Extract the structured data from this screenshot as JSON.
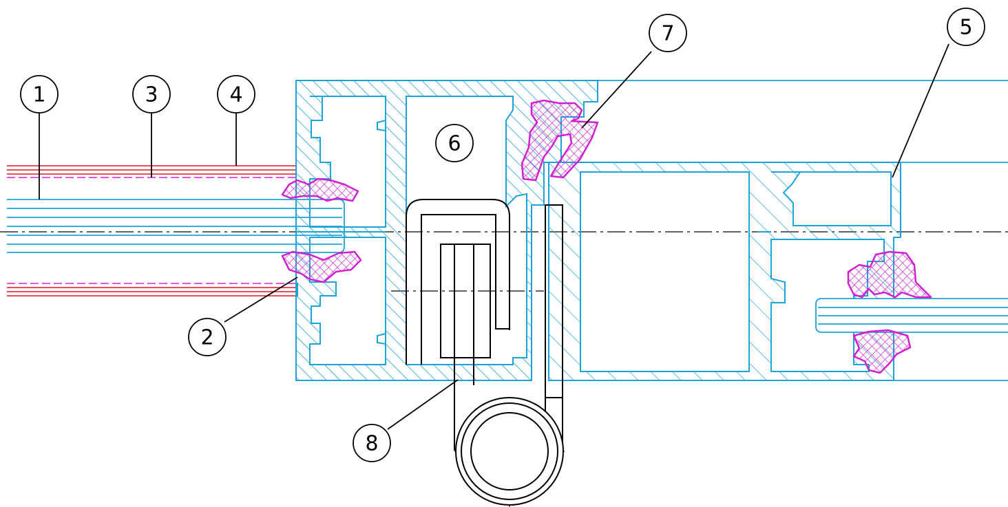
{
  "labels": [
    "1",
    "2",
    "3",
    "4",
    "5",
    "6",
    "7",
    "8"
  ],
  "colors": {
    "profile": "#1aa3d9",
    "gasket": "#d020d0",
    "glazing_edge": "#e0141c",
    "line": "#000000",
    "background": "#ffffff"
  }
}
